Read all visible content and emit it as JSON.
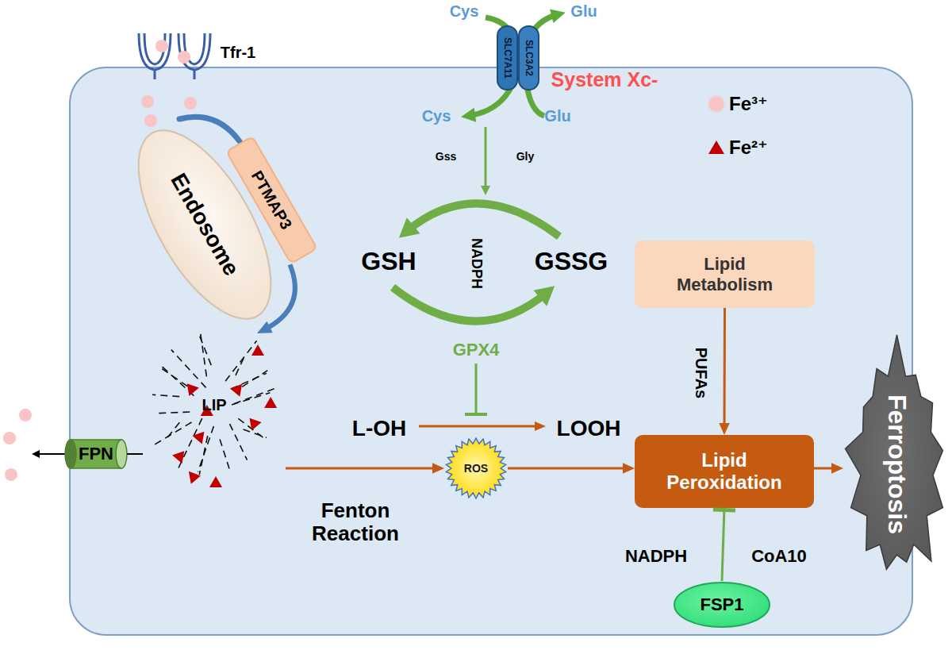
{
  "diagram": {
    "nodes": [
      {
        "text": [
          "SLC7A11"
        ]
      },
      {
        "text": [
          "SLC3A2"
        ]
      },
      {
        "text": [
          "Endosome"
        ]
      },
      {
        "text": [
          "PTMAP3"
        ]
      },
      {
        "text": [
          "Lipid Metabolism"
        ]
      },
      {
        "text": [
          "LIP"
        ]
      },
      {
        "text": [
          "FPN"
        ]
      },
      {
        "text": [
          "ROS"
        ]
      },
      {
        "text": [
          "Lipid Peroxidation"
        ]
      },
      {
        "text": [
          "Ferroptosis"
        ]
      },
      {
        "text": [
          "FSP1"
        ]
      }
    ],
    "edges": [
      {
        "from": 3,
        "to": 5,
        "arrow": "to"
      },
      {
        "from": 5,
        "to": 6,
        "arrow": "none"
      },
      {
        "from": 5,
        "to": 7,
        "arrow": "to",
        "label": "Fenton Reaction"
      },
      {
        "from": 7,
        "to": 8,
        "arrow": "to"
      },
      {
        "from": 4,
        "to": 8,
        "arrow": "to",
        "label": "PUFAs"
      },
      {
        "from": 8,
        "to": 9,
        "arrow": "to"
      },
      {
        "from": 10,
        "to": 8,
        "arrow": "to"
      }
    ],
    "labels": [
      "Tfr-1",
      "Cys",
      "Glu",
      "System Xc-",
      "Cys",
      "Glu",
      "Gss",
      "Gly",
      "GSH",
      "NADPH",
      "GSSG",
      "GPX4",
      "L-OH",
      "LOOH",
      "NADPH",
      "CoA10"
    ],
    "legend": [
      {
        "text": "Fe³⁺",
        "color": "#f8c4c4"
      },
      {
        "text": "Fe²⁺",
        "color": "#c00000"
      }
    ]
  }
}
